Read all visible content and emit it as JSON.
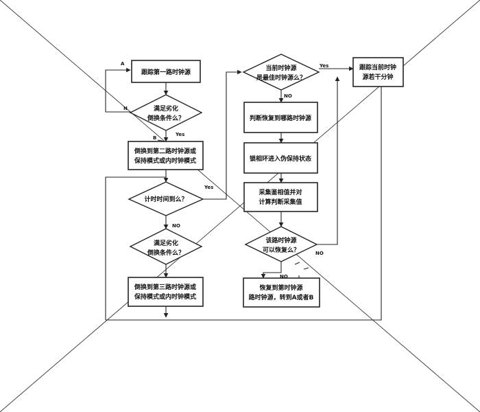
{
  "nodes": {
    "track_first": "跟踪第一路时钟源",
    "cond1": [
      "满足劣化",
      "倒换条件么？"
    ],
    "switch_second": [
      "倒换到第二路时钟源或",
      "保持模式或内时钟模式"
    ],
    "timer": "计时时间到么？",
    "cond2": [
      "满足劣化",
      "倒换条件么？"
    ],
    "switch_third": [
      "倒换到第三路时钟源或",
      "保持模式或内时钟模式"
    ],
    "best": [
      "当前时钟源",
      "是最佳时钟源么？"
    ],
    "judge": "判断恢复到哪路时钟源",
    "pll": "锁相环进入伪保持状态",
    "sample": [
      "采集鉴相值并对",
      "计算判断采集值"
    ],
    "recover": [
      "该路时钟源",
      "可以恢复么？"
    ],
    "restore": [
      "恢复到第时钟源",
      "路时钟源，转到A或者B"
    ],
    "track_current": [
      "跟踪当前时钟",
      "源若干分钟"
    ]
  },
  "labels": {
    "a": "A",
    "b": "B",
    "n1": "N",
    "yes1": "Yes",
    "yes_timer": "Yes",
    "no_timer": "NO",
    "yes_best": "Yes",
    "no_best": "NO",
    "no_recover": "NO",
    "no_restore": "NO"
  }
}
